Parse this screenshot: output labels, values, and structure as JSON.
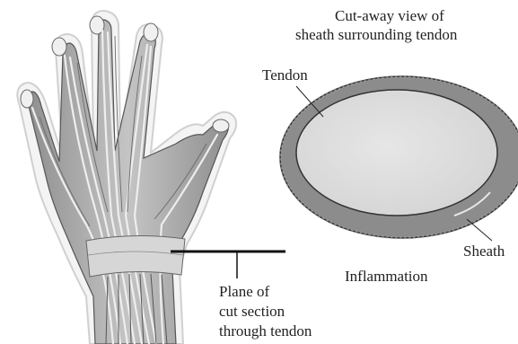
{
  "figure": {
    "title_lines": [
      "Cut-away view of",
      "sheath surrounding tendon"
    ],
    "labels": {
      "tendon": "Tendon",
      "sheath": "Sheath",
      "inflammation": "Inflammation",
      "plane_lines": [
        "Plane of",
        "cut section",
        "through tendon"
      ]
    }
  },
  "colors": {
    "ink": "#222222",
    "sheath": "#8a8a8a",
    "tendon_fill": "#dcdcdc",
    "hand_fill": "#b9b9b9",
    "tendon_lines": "#e8e8e8"
  },
  "icons": [
    "hand-illustration",
    "tendon-cross-section"
  ]
}
